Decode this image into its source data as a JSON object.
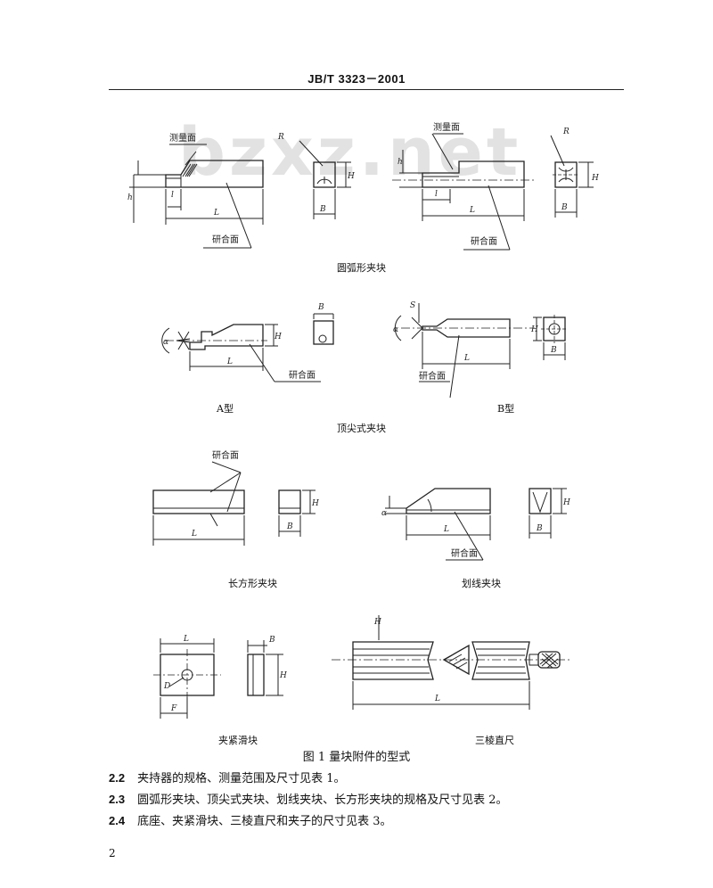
{
  "header": {
    "standard": "JB/T  3323－2001"
  },
  "watermark": "bzxz.net",
  "labels": {
    "measuring_face": "测量面",
    "lapped_face": "研合面",
    "L": "L",
    "B": "B",
    "H": "H",
    "R": "R",
    "h": "h",
    "l": "l",
    "S": "S",
    "alpha": "α",
    "D": "D",
    "F": "F"
  },
  "captions": {
    "arc_block": "圆弧形夹块",
    "type_a": "A型",
    "type_b": "B型",
    "center_block": "顶尖式夹块",
    "rect_block": "长方形夹块",
    "scribe_block": "划线夹块",
    "slide_block": "夹紧滑块",
    "triangle_ruler": "三棱直尺"
  },
  "figure_title": "图 1    量块附件的型式",
  "clauses": [
    {
      "num": "2.2",
      "text": "夹持器的规格、测量范围及尺寸见表 1。"
    },
    {
      "num": "2.3",
      "text": "圆弧形夹块、顶尖式夹块、划线夹块、长方形夹块的规格及尺寸见表 2。"
    },
    {
      "num": "2.4",
      "text": "底座、夹紧滑块、三棱直尺和夹子的尺寸见表 3。"
    }
  ],
  "page_number": "2"
}
